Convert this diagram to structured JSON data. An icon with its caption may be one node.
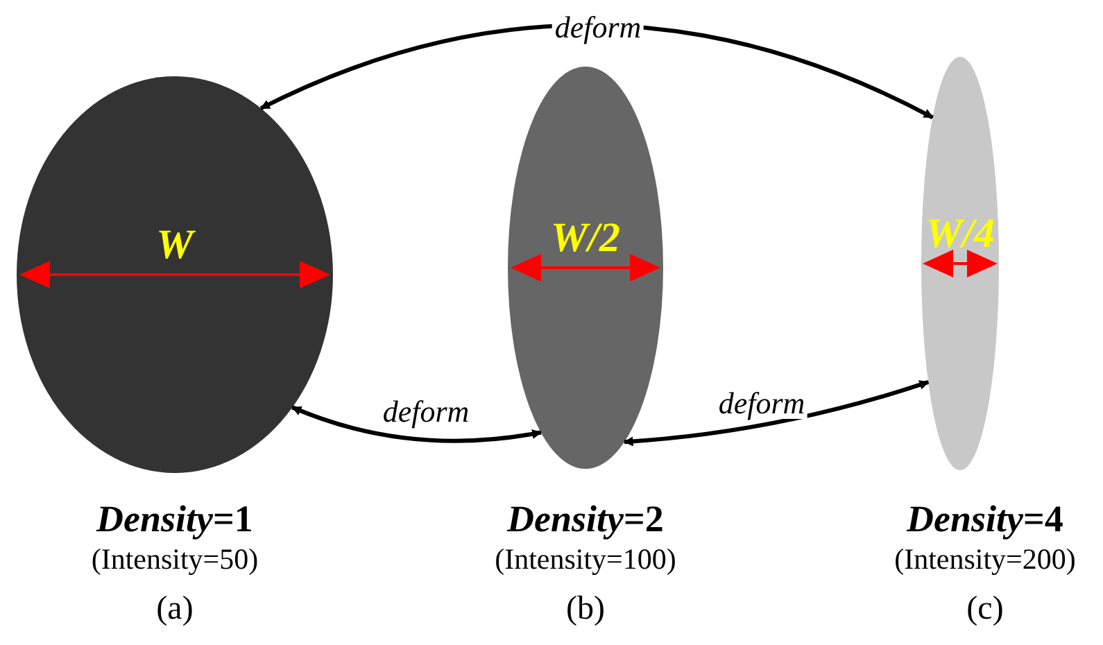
{
  "diagram": {
    "nodes": [
      {
        "text": [
          "W"
        ],
        "beside": [
          "*Density*=1",
          "(Intensity=50)",
          "(a)"
        ]
      },
      {
        "text": [
          "W/2"
        ],
        "beside": [
          "*Density*=2",
          "(Intensity=100)",
          "(b)"
        ]
      },
      {
        "text": [
          "W/4"
        ],
        "beside": [
          "*Density*=4",
          "(Intensity=200)",
          "(c)"
        ]
      }
    ],
    "edges": [
      {
        "from": 0,
        "to": 2,
        "arrow": "both",
        "label": "deform"
      },
      {
        "from": 0,
        "to": 1,
        "arrow": "both",
        "label": "deform"
      },
      {
        "from": 1,
        "to": 2,
        "arrow": "both",
        "label": "deform"
      }
    ]
  }
}
